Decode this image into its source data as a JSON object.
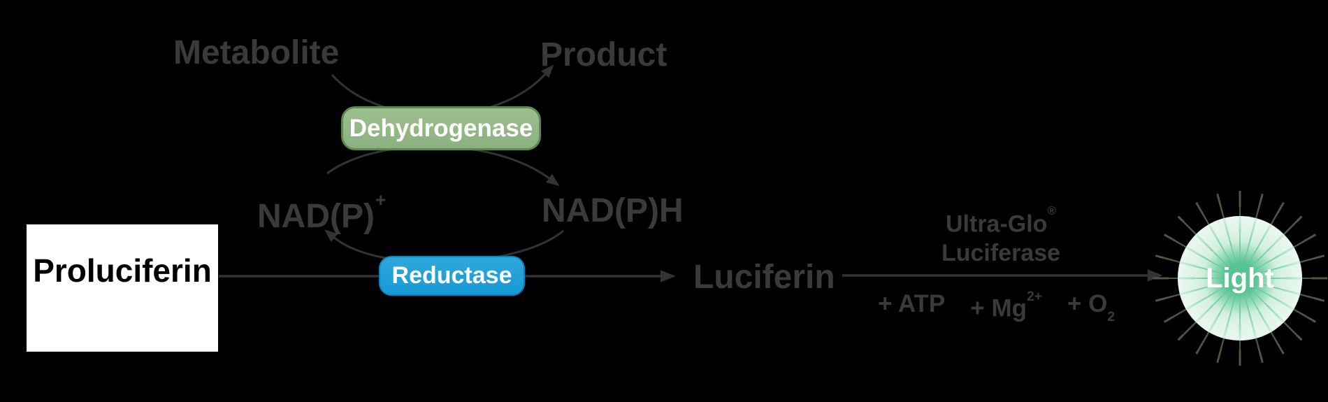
{
  "diagram": {
    "metabolite_label": "Metabolite",
    "product_label": "Product",
    "dehydrogenase": {
      "label": "Dehydrogenase",
      "fill": "#8CB180",
      "border": "#5C8A51"
    },
    "nad_plus": {
      "base": "NAD(P)",
      "sup": "+"
    },
    "nad_h_label": "NAD(P)H",
    "proluciferin_label": "Proluciferin",
    "reductase": {
      "label": "Reductase",
      "fill": "#189AD6",
      "border": "#0D82BD"
    },
    "luciferin_label": "Luciferin",
    "luciferase": {
      "name_base": "Ultra-Glo",
      "name_sup": "®",
      "name_line2": "Luciferase"
    },
    "cofactors": [
      {
        "base": "+ ATP"
      },
      {
        "base": "+ Mg",
        "sup": "2+"
      },
      {
        "base": "+ O",
        "sub": "2"
      }
    ],
    "light": {
      "label": "Light",
      "core_color": "#57C391",
      "ray_color": "#6FCC9E",
      "spike_color": "#4A5A41"
    },
    "colors": {
      "background": "#000000",
      "text_gray": "#3A3A3A",
      "line": "#333333"
    }
  }
}
